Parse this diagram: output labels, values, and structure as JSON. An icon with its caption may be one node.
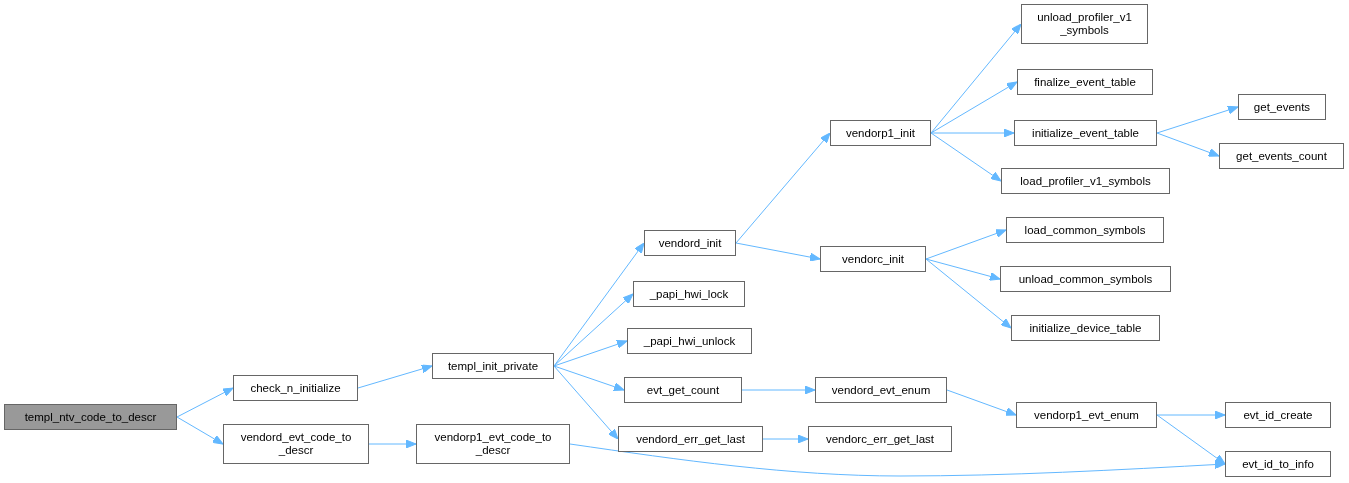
{
  "diagram": {
    "nodes": [
      {
        "text": [
          "templ_ntv_code_to_descr"
        ]
      },
      {
        "text": [
          "check_n_initialize"
        ]
      },
      {
        "text": [
          "vendord_evt_code_to _descr"
        ]
      },
      {
        "text": [
          "templ_init_private"
        ]
      },
      {
        "text": [
          "vendorp1_evt_code_to _descr"
        ]
      },
      {
        "text": [
          "vendord_init"
        ]
      },
      {
        "text": [
          "_papi_hwi_lock"
        ]
      },
      {
        "text": [
          "_papi_hwi_unlock"
        ]
      },
      {
        "text": [
          "evt_get_count"
        ]
      },
      {
        "text": [
          "vendord_err_get_last"
        ]
      },
      {
        "text": [
          "vendorp1_init"
        ]
      },
      {
        "text": [
          "vendorc_init"
        ]
      },
      {
        "text": [
          "vendord_evt_enum"
        ]
      },
      {
        "text": [
          "vendorc_err_get_last"
        ]
      },
      {
        "text": [
          "unload_profiler_v1 _symbols"
        ]
      },
      {
        "text": [
          "finalize_event_table"
        ]
      },
      {
        "text": [
          "initialize_event_table"
        ]
      },
      {
        "text": [
          "load_profiler_v1_symbols"
        ]
      },
      {
        "text": [
          "load_common_symbols"
        ]
      },
      {
        "text": [
          "unload_common_symbols"
        ]
      },
      {
        "text": [
          "initialize_device_table"
        ]
      },
      {
        "text": [
          "vendorp1_evt_enum"
        ]
      },
      {
        "text": [
          "get_events"
        ]
      },
      {
        "text": [
          "get_events_count"
        ]
      },
      {
        "text": [
          "evt_id_create"
        ]
      },
      {
        "text": [
          "evt_id_to_info"
        ]
      }
    ],
    "edges": [
      {
        "from": 0,
        "to": 1,
        "arrow": "to"
      },
      {
        "from": 0,
        "to": 2,
        "arrow": "to"
      },
      {
        "from": 1,
        "to": 3,
        "arrow": "to"
      },
      {
        "from": 2,
        "to": 4,
        "arrow": "to"
      },
      {
        "from": 3,
        "to": 5,
        "arrow": "to"
      },
      {
        "from": 3,
        "to": 6,
        "arrow": "to"
      },
      {
        "from": 3,
        "to": 7,
        "arrow": "to"
      },
      {
        "from": 3,
        "to": 8,
        "arrow": "to"
      },
      {
        "from": 3,
        "to": 9,
        "arrow": "to"
      },
      {
        "from": 5,
        "to": 10,
        "arrow": "to"
      },
      {
        "from": 5,
        "to": 11,
        "arrow": "to"
      },
      {
        "from": 10,
        "to": 14,
        "arrow": "to"
      },
      {
        "from": 10,
        "to": 15,
        "arrow": "to"
      },
      {
        "from": 10,
        "to": 16,
        "arrow": "to"
      },
      {
        "from": 10,
        "to": 17,
        "arrow": "to"
      },
      {
        "from": 16,
        "to": 22,
        "arrow": "to"
      },
      {
        "from": 16,
        "to": 23,
        "arrow": "to"
      },
      {
        "from": 11,
        "to": 18,
        "arrow": "to"
      },
      {
        "from": 11,
        "to": 19,
        "arrow": "to"
      },
      {
        "from": 11,
        "to": 20,
        "arrow": "to"
      },
      {
        "from": 8,
        "to": 12,
        "arrow": "to"
      },
      {
        "from": 12,
        "to": 21,
        "arrow": "to"
      },
      {
        "from": 9,
        "to": 13,
        "arrow": "to"
      },
      {
        "from": 21,
        "to": 24,
        "arrow": "to"
      },
      {
        "from": 21,
        "to": 25,
        "arrow": "to"
      },
      {
        "from": 4,
        "to": 25,
        "arrow": "to"
      }
    ]
  }
}
